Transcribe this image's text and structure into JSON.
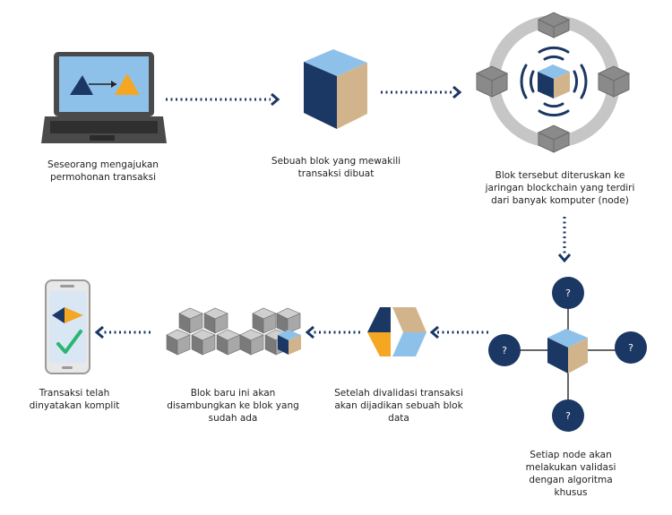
{
  "steps": [
    {
      "caption": "Seseorang mengajukan permohonan transaksi"
    },
    {
      "caption": "Sebuah blok yang mewakili transaksi dibuat"
    },
    {
      "caption": "Blok tersebut diteruskan ke jaringan blockchain yang terdiri dari banyak komputer (node)"
    },
    {
      "caption": "Setiap node akan melakukan validasi dengan algoritma khusus"
    },
    {
      "caption": "Setelah divalidasi transaksi akan dijadikan sebuah blok data"
    },
    {
      "caption": "Blok baru ini akan disambungkan ke blok yang sudah ada"
    },
    {
      "caption": "Transaksi telah dinyatakan komplit"
    }
  ],
  "validation_node_label": "?",
  "colors": {
    "navy": "#1b3764",
    "tan": "#d2b48c",
    "light_blue": "#7fb6e6",
    "orange": "#f5a623",
    "green": "#2bb673",
    "gray": "#8a8a8a",
    "laptop": "#4a4a4a"
  }
}
